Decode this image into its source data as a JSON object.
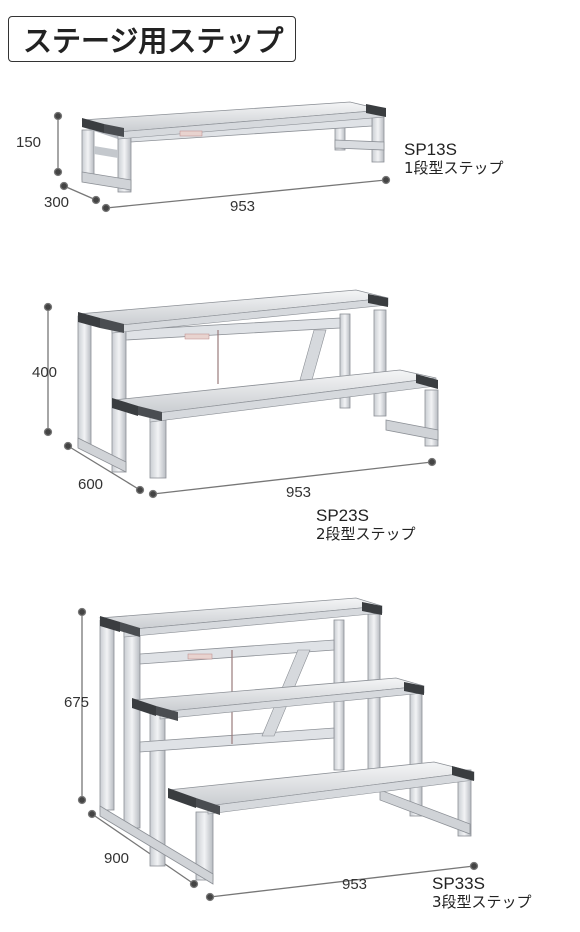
{
  "title": "ステージ用ステップ",
  "products": [
    {
      "model": "SP13S",
      "subtitle": "1段型ステップ",
      "height": "150",
      "depth": "300",
      "width": "953"
    },
    {
      "model": "SP23S",
      "subtitle": "2段型ステップ",
      "height": "400",
      "depth": "600",
      "width": "953"
    },
    {
      "model": "SP33S",
      "subtitle": "3段型ステップ",
      "height": "675",
      "depth": "900",
      "width": "953"
    }
  ]
}
